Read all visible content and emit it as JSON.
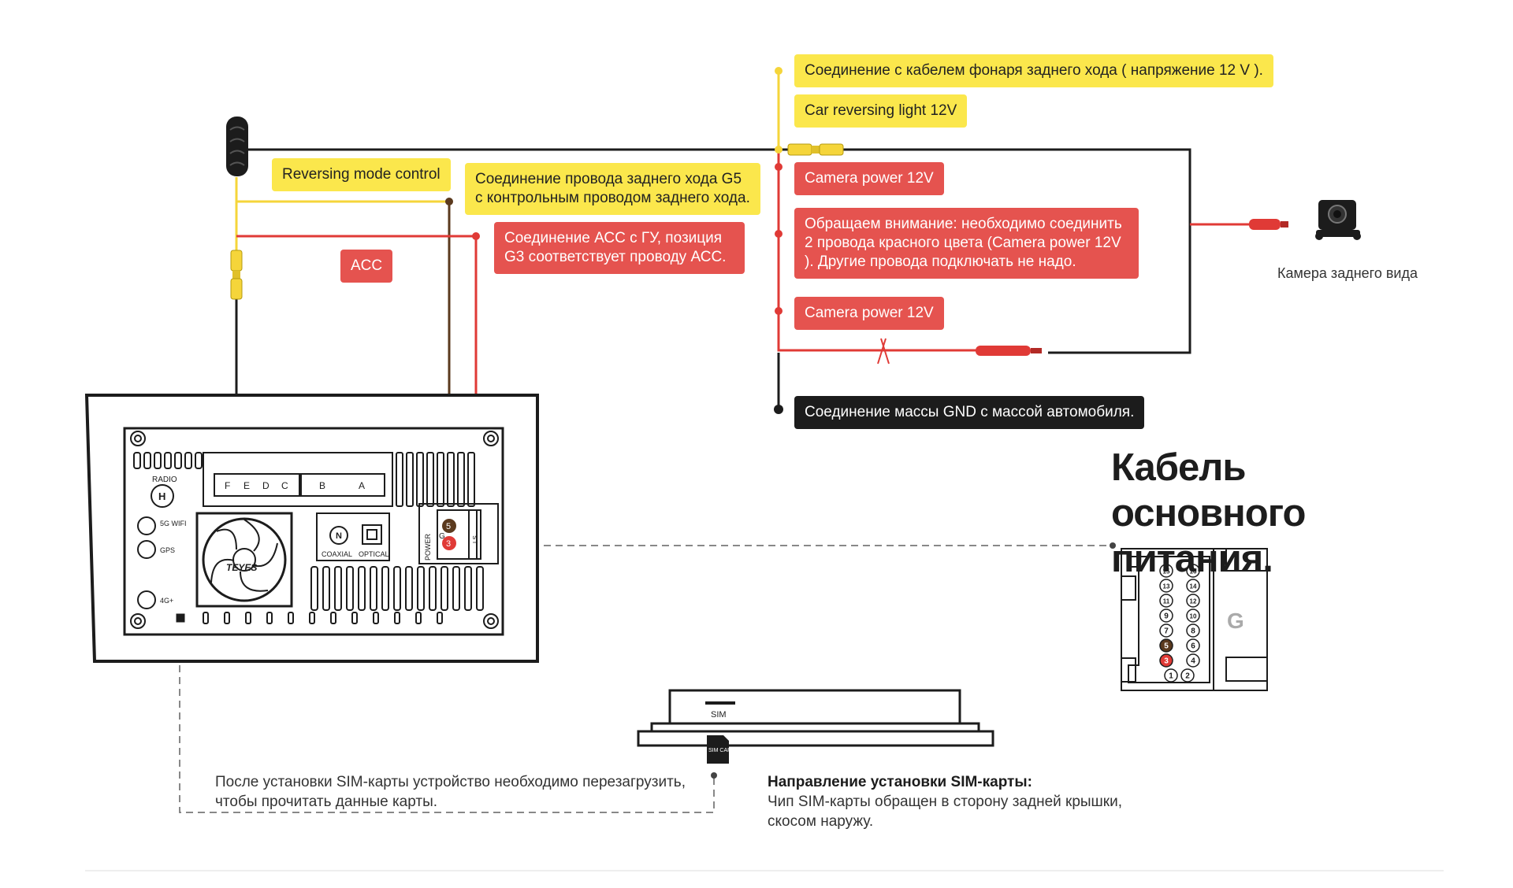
{
  "labels": {
    "reversing_light_ru": "Соединение с кабелем фонаря заднего хода ( напряжение 12 V ).",
    "reversing_light_en": "Car reversing light 12V",
    "reversing_mode": "Reversing mode control",
    "g5_connection": "Соединение провода заднего хода G5 с контрольным проводом заднего хода.",
    "acc_short": "ACC",
    "acc_connection": "Соединение АСС с ГУ, позиция G3 соответствует проводу АСС.",
    "camera_power_1": "Camera power 12V",
    "attention": "Обращаем внимание: необходимо соединить 2 провода красного цвета (Camera power 12V ). Другие провода подключать не надо.",
    "camera_power_2": "Camera power 12V",
    "gnd": "Соединение массы GND с массой автомобиля."
  },
  "camera_caption": "Камера заднего вида",
  "heading": "Кабель основного питания.",
  "sim_restart_note": "После установки SIM-карты устройство необходимо перезагрузить, чтобы прочитать данные карты.",
  "sim_direction_title": "Направление установки SIM-карты:",
  "sim_direction_text": "Чип SIM-карты обращен в сторону задней крышки, скосом наружу.",
  "head_unit": {
    "brand": "TEYES",
    "radio": "RADIO",
    "h": "H",
    "wifi_5g": "5G WIFI",
    "gps": "GPS",
    "lte": "4G+",
    "ports_left": [
      "F",
      "E",
      "D",
      "C"
    ],
    "ports_mid": [
      "B",
      "A"
    ],
    "n": "N",
    "coaxial": "COAXIAL",
    "optical": "OPTICAL",
    "power": "POWER",
    "g": "G",
    "pin5": "5",
    "pin3": "3",
    "ls": "LS"
  },
  "connector": {
    "letter": "G",
    "left_pins": [
      "15",
      "13",
      "11",
      "9",
      "7",
      "5",
      "3",
      "1"
    ],
    "right_pins": [
      "16",
      "14",
      "12",
      "10",
      "8",
      "6",
      "4",
      "2"
    ]
  },
  "sim": {
    "slot": "SIM",
    "card": "SIM CARD"
  },
  "colors": {
    "yellow": "#fbe74c",
    "red": "#e5534f",
    "black": "#1c1c1c",
    "wire_yellow": "#f5d53a",
    "wire_red": "#e03a36",
    "wire_brown": "#5b3a1e"
  }
}
